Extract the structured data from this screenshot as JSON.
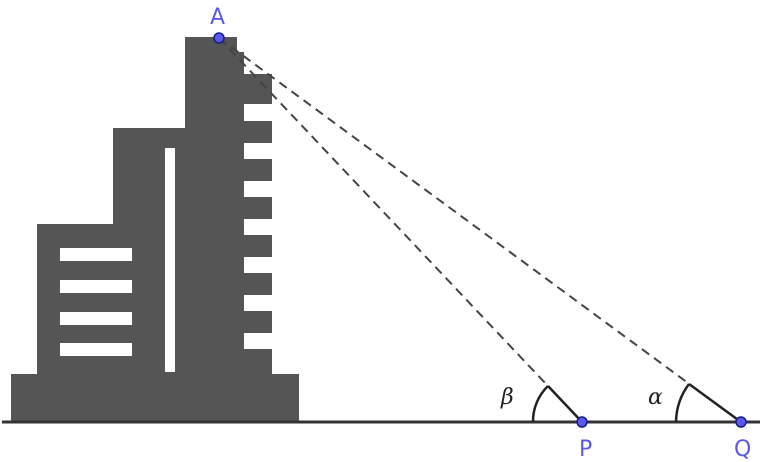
{
  "diagram": {
    "points": {
      "A": {
        "label": "A"
      },
      "P": {
        "label": "P"
      },
      "Q": {
        "label": "Q"
      }
    },
    "angles": {
      "at_P": {
        "symbol": "β"
      },
      "at_Q": {
        "symbol": "α"
      }
    },
    "colors": {
      "building": "#555555",
      "window": "#ffffff",
      "ground": "#333333",
      "sight_line": "#444444",
      "point_fill": "#5a5ae6",
      "point_stroke": "#1a1a8a",
      "point_label": "#5a5ae6"
    }
  }
}
